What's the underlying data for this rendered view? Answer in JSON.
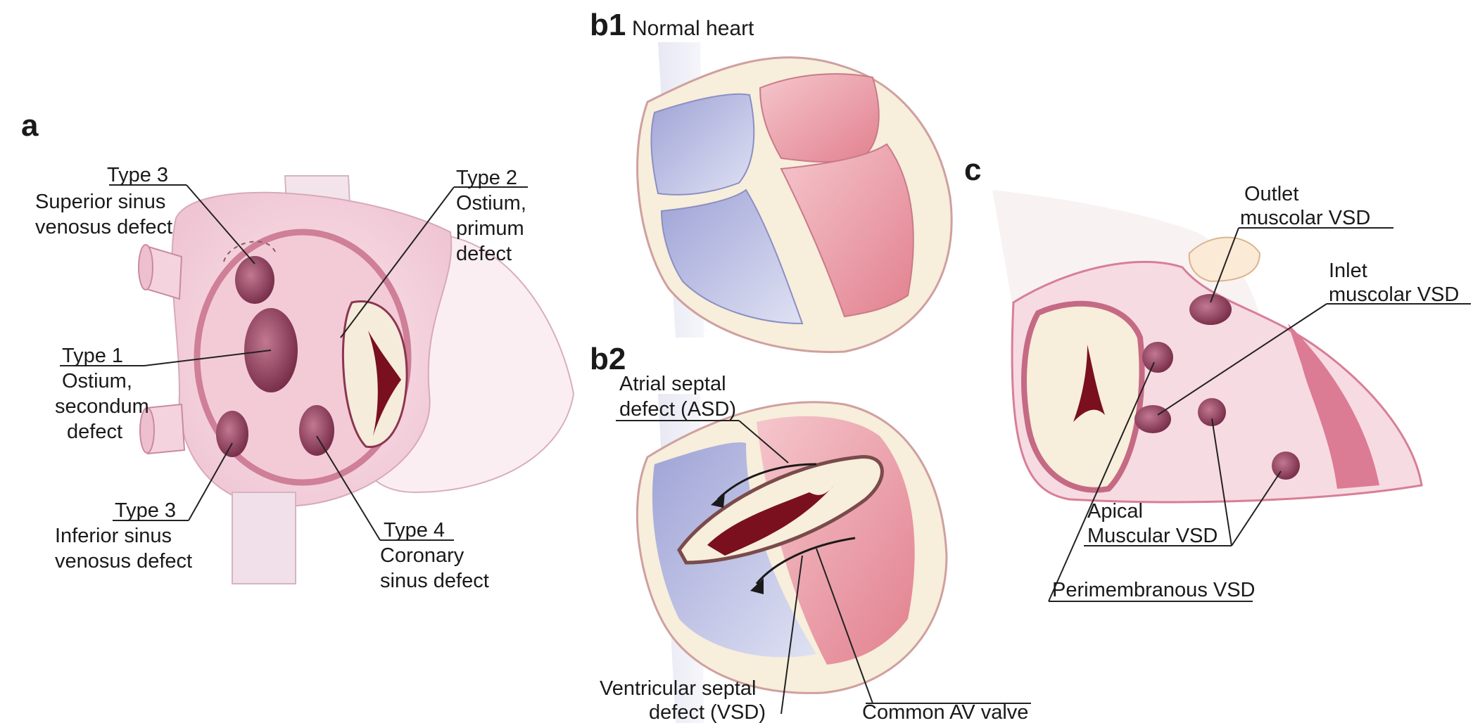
{
  "panels": {
    "a": "a",
    "b1": "b1",
    "b1_title": "Normal heart",
    "b2": "b2",
    "c": "c"
  },
  "labels_a": {
    "type3_sup_head": "Type 3",
    "type3_sup_l1": "Superior sinus",
    "type3_sup_l2": "venosus defect",
    "type2_head": "Type 2",
    "type2_l1": "Ostium,",
    "type2_l2": "primum",
    "type2_l3": "defect",
    "type1_head": "Type 1",
    "type1_l1": "Ostium,",
    "type1_l2": "secondum",
    "type1_l3": "defect",
    "type3_inf_head": "Type 3",
    "type3_inf_l1": "Inferior sinus",
    "type3_inf_l2": "venosus defect",
    "type4_head": "Type 4",
    "type4_l1": "Coronary",
    "type4_l2": "sinus defect"
  },
  "labels_b2": {
    "asd_l1": "Atrial septal",
    "asd_l2": "defect (ASD)",
    "vsd_l1": "Ventricular septal",
    "vsd_l2": "defect (VSD)",
    "avvalve": "Common AV valve"
  },
  "labels_c": {
    "outlet_l1": "Outlet",
    "outlet_l2": "muscolar VSD",
    "inlet_l1": "Inlet",
    "inlet_l2": "muscolar VSD",
    "apical_l1": "Apical",
    "apical_l2": "Muscular VSD",
    "perimembranous": "Perimembranous VSD"
  },
  "colors": {
    "ink": "#1a1a1a",
    "defect": "#8c3550",
    "tissue_pink": "#f1c6d2",
    "atrial_blue": "#aeb1dc",
    "ventricle_red": "#e98f9a",
    "cream": "#f7eedb",
    "valve_dark": "#7a0f1e"
  },
  "icons": {
    "flow_arrow": "curved-arrow-icon"
  }
}
